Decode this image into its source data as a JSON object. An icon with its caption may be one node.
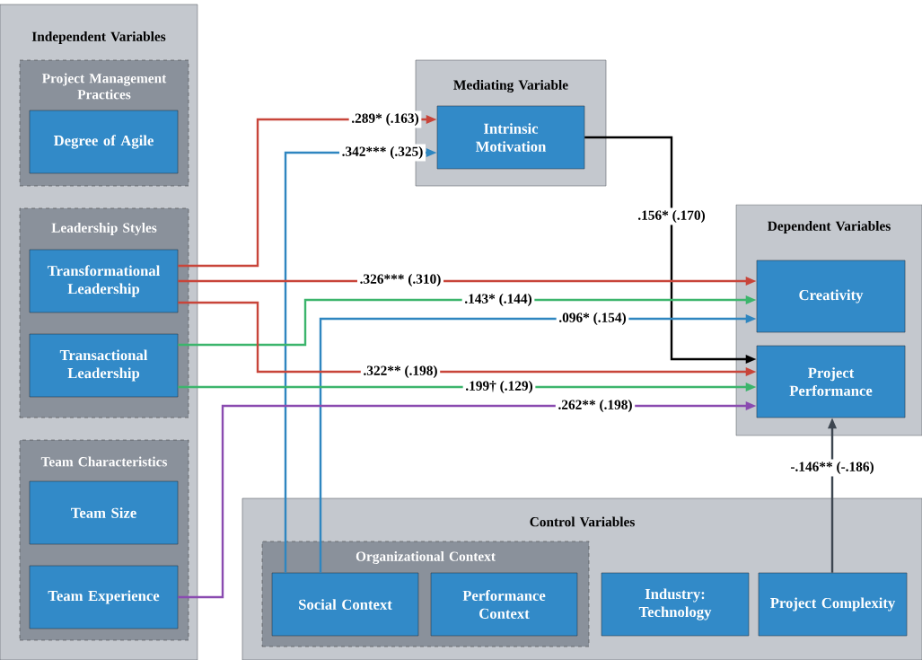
{
  "diagram": {
    "nodes": [
      {
        "text": [
          "Independent Variables"
        ]
      },
      {
        "text": [
          "Project Management Practices"
        ],
        "in": 0
      },
      {
        "text": [
          "Degree of Agile"
        ],
        "in": 1
      },
      {
        "text": [
          "Leadership Styles"
        ],
        "in": 0
      },
      {
        "text": [
          "Transformational Leadership"
        ],
        "in": 3
      },
      {
        "text": [
          "Transactional Leadership"
        ],
        "in": 3
      },
      {
        "text": [
          "Team Characteristics"
        ],
        "in": 0
      },
      {
        "text": [
          "Team Size"
        ],
        "in": 6
      },
      {
        "text": [
          "Team Experience"
        ],
        "in": 6
      },
      {
        "text": [
          "Mediating Variable"
        ]
      },
      {
        "text": [
          "Intrinsic Motivation"
        ],
        "in": 9
      },
      {
        "text": [
          "Dependent Variables"
        ]
      },
      {
        "text": [
          "Creativity"
        ],
        "in": 11
      },
      {
        "text": [
          "Project Performance"
        ],
        "in": 11
      },
      {
        "text": [
          "Control Variables"
        ]
      },
      {
        "text": [
          "Organizational Context"
        ],
        "in": 14
      },
      {
        "text": [
          "Social Context"
        ],
        "in": 15
      },
      {
        "text": [
          "Performance Context"
        ],
        "in": 15
      },
      {
        "text": [
          "Industry: Technology"
        ],
        "in": 14
      },
      {
        "text": [
          "Project Complexity"
        ],
        "in": 14
      }
    ],
    "edges": [
      {
        "from": 4,
        "to": 10,
        "arrow": "to",
        "label": ".289* (.163)",
        "color": "#c8453a"
      },
      {
        "from": 16,
        "to": 10,
        "arrow": "to",
        "label": ".342*** (.325)",
        "color": "#2f86c0"
      },
      {
        "from": 10,
        "to": 13,
        "arrow": "to",
        "label": ".156* (.170)",
        "color": "#000000"
      },
      {
        "from": 4,
        "to": 12,
        "arrow": "to",
        "label": ".326*** (.310)",
        "color": "#c8453a"
      },
      {
        "from": 5,
        "to": 12,
        "arrow": "to",
        "label": ".143* (.144)",
        "color": "#3cb56c"
      },
      {
        "from": 16,
        "to": 12,
        "arrow": "to",
        "label": ".096* (.154)",
        "color": "#2f86c0"
      },
      {
        "from": 4,
        "to": 13,
        "arrow": "to",
        "label": ".322** (.198)",
        "color": "#c8453a"
      },
      {
        "from": 5,
        "to": 13,
        "arrow": "to",
        "label": ".199† (.129)",
        "color": "#3cb56c"
      },
      {
        "from": 8,
        "to": 13,
        "arrow": "to",
        "label": ".262** (.198)",
        "color": "#8a4bb0"
      },
      {
        "from": 19,
        "to": 13,
        "arrow": "to",
        "label": "-.146** (-.186)",
        "color": "#3d4650"
      }
    ]
  }
}
